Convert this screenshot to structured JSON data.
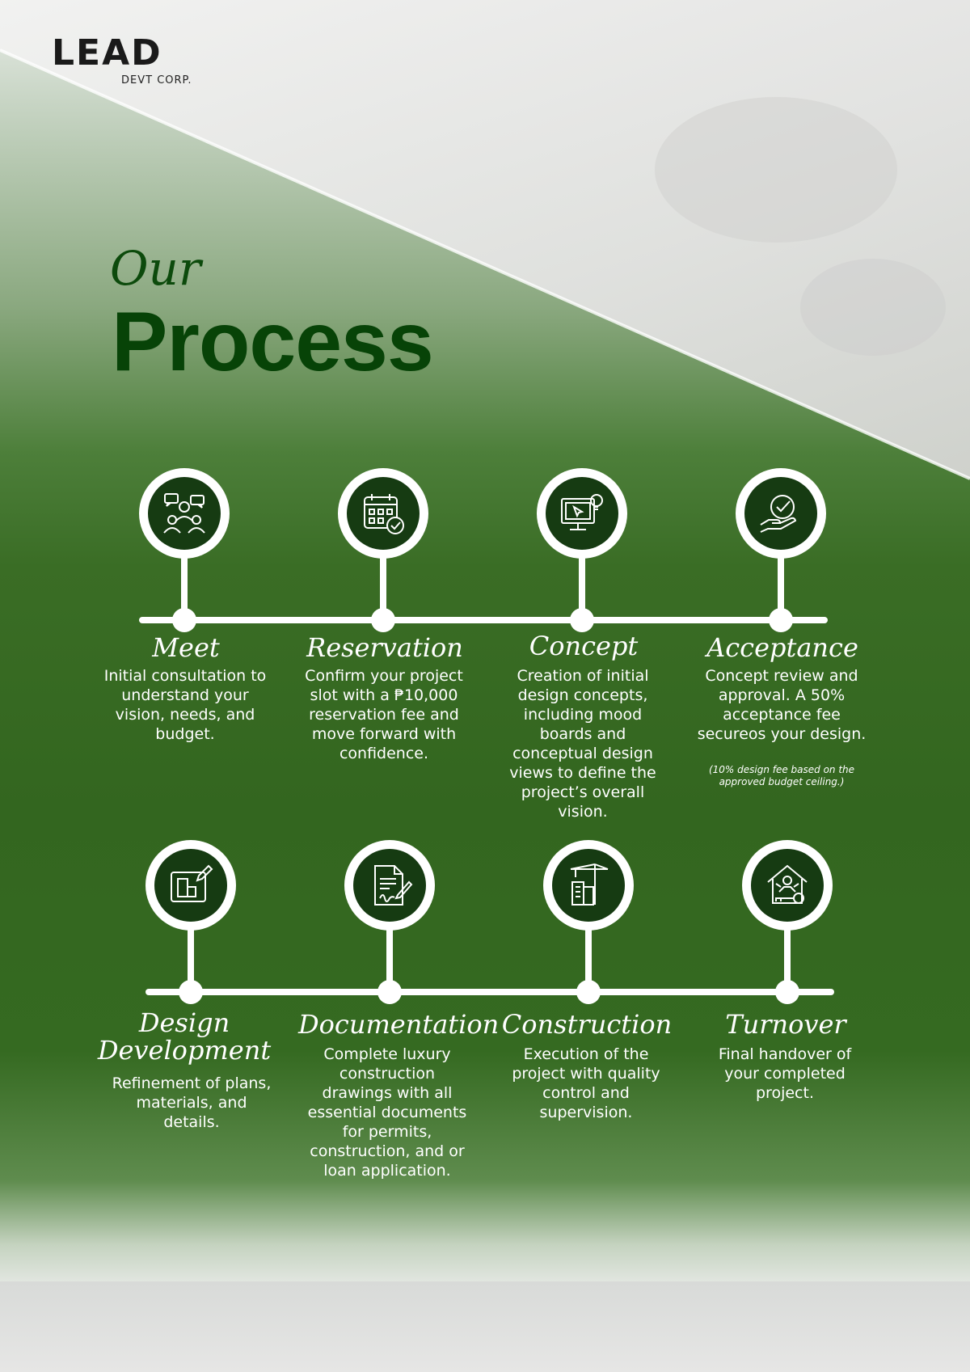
{
  "brand": {
    "logo_text": "LEAD",
    "logo_subtext": "DEVT CORP."
  },
  "heading": {
    "script": "Our",
    "main": "Process"
  },
  "steps": [
    {
      "title": "Meet",
      "icon": "consultation-icon",
      "description": "Initial consultation to understand your vision, needs, and budget."
    },
    {
      "title": "Reservation",
      "icon": "calendar-check-icon",
      "description": "Confirm your project slot with a ₱10,000 reservation fee and move forward with confidence."
    },
    {
      "title": "Concept",
      "icon": "design-monitor-icon",
      "description": "Creation of initial design concepts, including mood boards and conceptual design views to define the project’s overall vision."
    },
    {
      "title": "Acceptance",
      "icon": "hand-approval-icon",
      "description": "Concept review and approval. A 50% acceptance fee secureos your design.",
      "note": "(10% design fee based on the approved budget ceiling.)"
    },
    {
      "title": "Design Development",
      "icon": "blueprint-pencil-icon",
      "description": "Refinement of plans, materials, and details."
    },
    {
      "title": "Documentation",
      "icon": "document-signature-icon",
      "description": "Complete luxury construction drawings with all essential documents for permits, construction, and or loan application."
    },
    {
      "title": "Construction",
      "icon": "crane-building-icon",
      "description": "Execution of the project with quality control and supervision."
    },
    {
      "title": "Turnover",
      "icon": "house-key-icon",
      "description": "Final handover of your completed project."
    }
  ],
  "colors": {
    "dark_green": "#074307",
    "badge_green": "#163b12",
    "field_green": "#33661f",
    "white": "#ffffff"
  }
}
